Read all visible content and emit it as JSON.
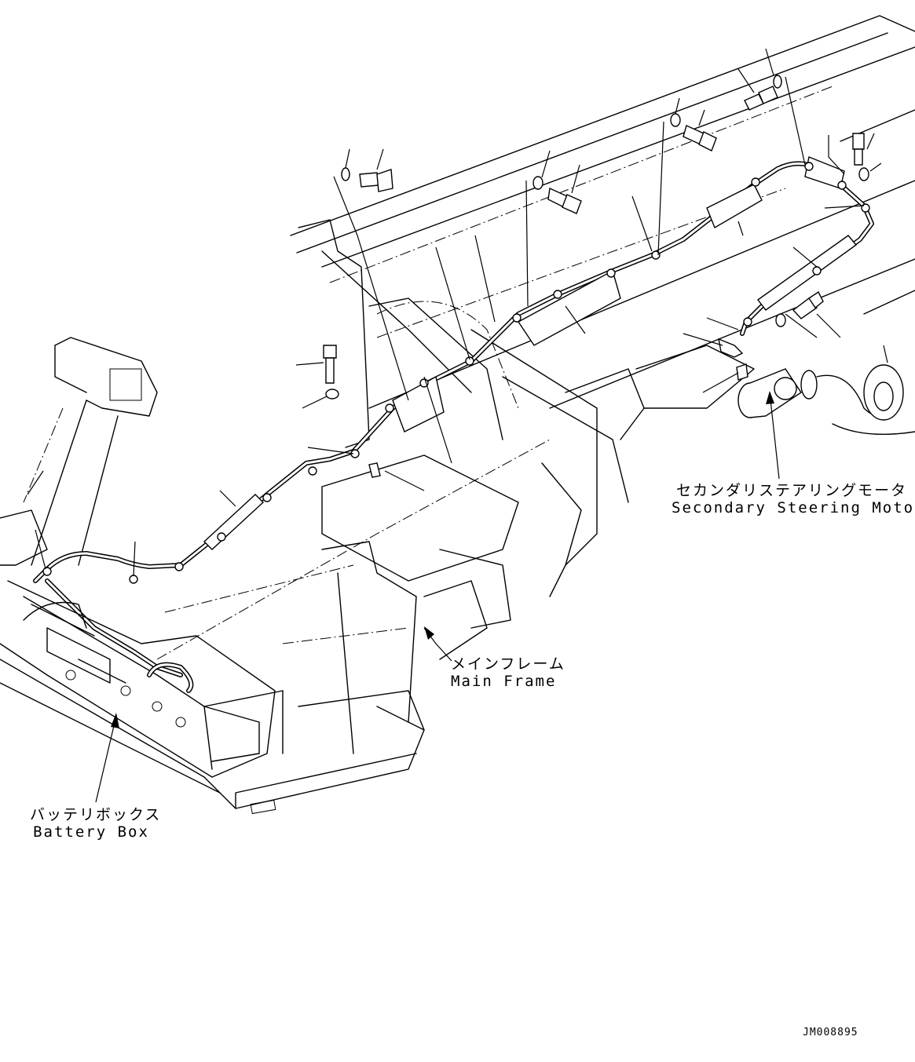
{
  "labels": {
    "secondary_steering_motor": {
      "jp": "セカンダリステアリングモータ",
      "en": "Secondary Steering Motor"
    },
    "main_frame": {
      "jp": "メインフレーム",
      "en": "Main Frame"
    },
    "battery_box": {
      "jp": "バッテリボックス",
      "en": "Battery Box"
    }
  },
  "drawing_code": "JM008895"
}
